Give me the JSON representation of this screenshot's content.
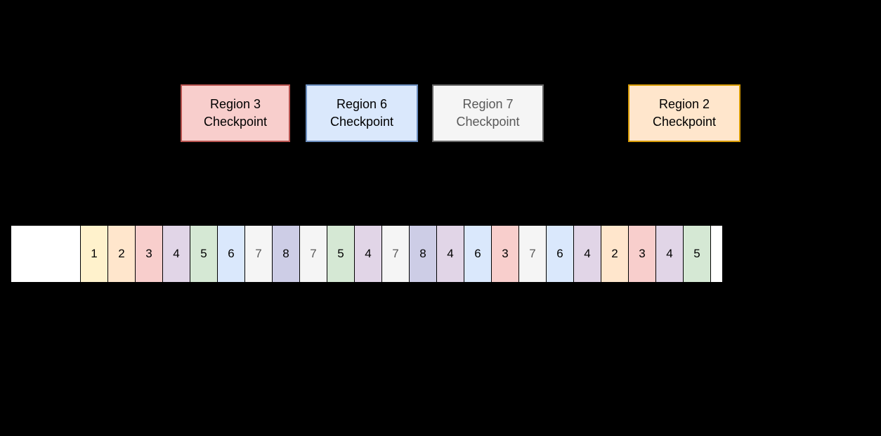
{
  "background": "#000000",
  "checkpoints": [
    {
      "line1": "Region 3",
      "line2": "Checkpoint",
      "fill": "#F8CECC",
      "stroke": "#B85450",
      "text_color": "#000000"
    },
    {
      "line1": "Region 6",
      "line2": "Checkpoint",
      "fill": "#DAE8FC",
      "stroke": "#6C8EBF",
      "text_color": "#000000"
    },
    {
      "line1": "Region 7",
      "line2": "Checkpoint",
      "fill": "#F5F5F5",
      "stroke": "#666666",
      "text_color": "#595959"
    },
    {
      "line1": "Region 2",
      "line2": "Checkpoint",
      "fill": "#FFE6CC",
      "stroke": "#D79B00",
      "text_color": "#000000"
    }
  ],
  "log_strip": {
    "leading_blank_fill": "#FFFFFF",
    "trailing_blank_fill": "#FFFFFF",
    "cell_stroke": "#000000",
    "cells": [
      {
        "value": "1",
        "fill": "#FFF2CC",
        "text_color": "#000000"
      },
      {
        "value": "2",
        "fill": "#FFE6CC",
        "text_color": "#000000"
      },
      {
        "value": "3",
        "fill": "#F8CECC",
        "text_color": "#000000"
      },
      {
        "value": "4",
        "fill": "#E1D5E7",
        "text_color": "#000000"
      },
      {
        "value": "5",
        "fill": "#D5E8D4",
        "text_color": "#000000"
      },
      {
        "value": "6",
        "fill": "#DAE8FC",
        "text_color": "#000000"
      },
      {
        "value": "7",
        "fill": "#F5F5F5",
        "text_color": "#595959"
      },
      {
        "value": "8",
        "fill": "#CDCDE6",
        "text_color": "#000000"
      },
      {
        "value": "7",
        "fill": "#F5F5F5",
        "text_color": "#595959"
      },
      {
        "value": "5",
        "fill": "#D5E8D4",
        "text_color": "#000000"
      },
      {
        "value": "4",
        "fill": "#E1D5E7",
        "text_color": "#000000"
      },
      {
        "value": "7",
        "fill": "#F5F5F5",
        "text_color": "#595959"
      },
      {
        "value": "8",
        "fill": "#CDCDE6",
        "text_color": "#000000"
      },
      {
        "value": "4",
        "fill": "#E1D5E7",
        "text_color": "#000000"
      },
      {
        "value": "6",
        "fill": "#DAE8FC",
        "text_color": "#000000"
      },
      {
        "value": "3",
        "fill": "#F8CECC",
        "text_color": "#000000"
      },
      {
        "value": "7",
        "fill": "#F5F5F5",
        "text_color": "#595959"
      },
      {
        "value": "6",
        "fill": "#DAE8FC",
        "text_color": "#000000"
      },
      {
        "value": "4",
        "fill": "#E1D5E7",
        "text_color": "#000000"
      },
      {
        "value": "2",
        "fill": "#FFE6CC",
        "text_color": "#000000"
      },
      {
        "value": "3",
        "fill": "#F8CECC",
        "text_color": "#000000"
      },
      {
        "value": "4",
        "fill": "#E1D5E7",
        "text_color": "#000000"
      },
      {
        "value": "5",
        "fill": "#D5E8D4",
        "text_color": "#000000"
      }
    ]
  }
}
